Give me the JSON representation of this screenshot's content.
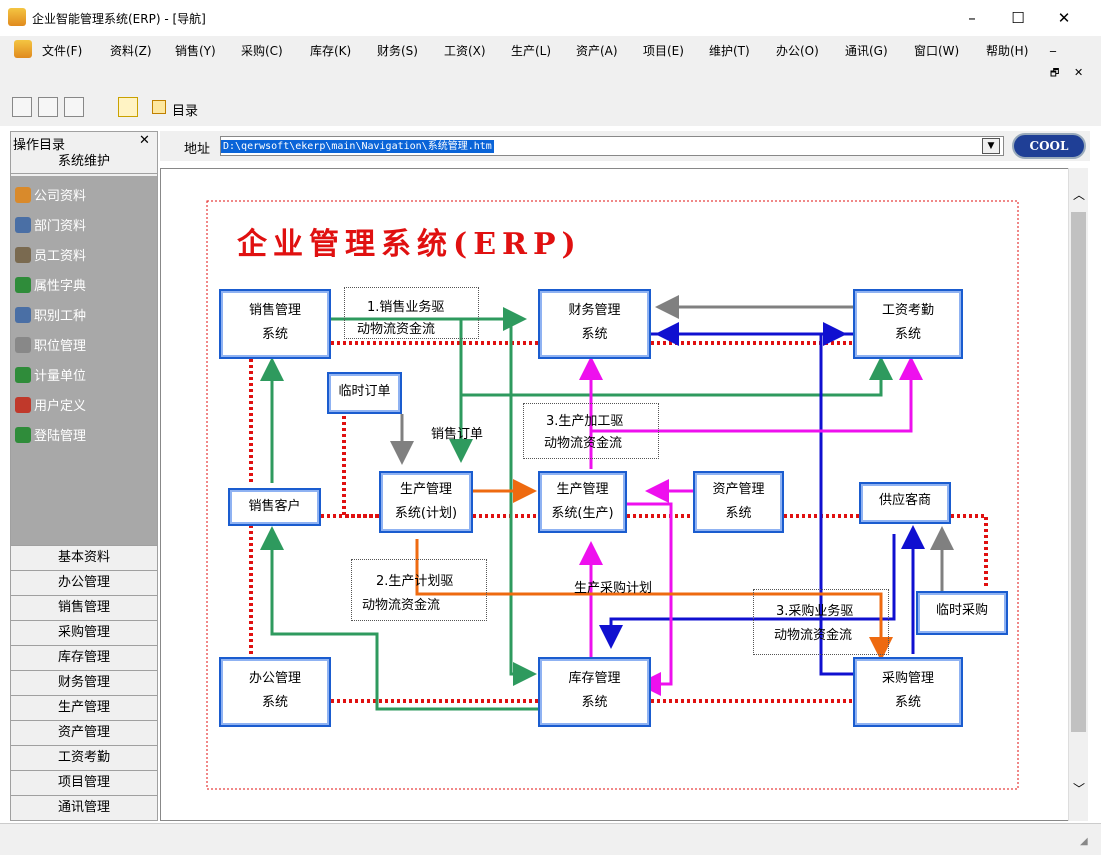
{
  "window": {
    "title": "企业智能管理系统(ERP) - [导航]",
    "min": "–",
    "max": "☐",
    "close": "✕"
  },
  "menu": [
    "文件(F)",
    "资料(Z)",
    "销售(Y)",
    "采购(C)",
    "库存(K)",
    "财务(S)",
    "工资(X)",
    "生产(L)",
    "资产(A)",
    "项目(E)",
    "维护(T)",
    "办公(O)",
    "通讯(G)",
    "窗口(W)",
    "帮助(H)"
  ],
  "menu_controls": {
    "minimize": "_",
    "restore": "🗗",
    "close": "✕"
  },
  "toolbar": {
    "directory_label": "目录"
  },
  "sidebar": {
    "title": "操作目录",
    "close": "✕",
    "section": "系统维护",
    "items": [
      "公司资料",
      "部门资料",
      "员工资料",
      "属性字典",
      "职别工种",
      "职位管理",
      "计量单位",
      "用户定义",
      "登陆管理"
    ],
    "categories": [
      "基本资料",
      "办公管理",
      "销售管理",
      "采购管理",
      "库存管理",
      "财务管理",
      "生产管理",
      "资产管理",
      "工资考勤",
      "项目管理",
      "通讯管理"
    ]
  },
  "address": {
    "label": "地址",
    "value": "D:\\qerwsoft\\ekerp\\main\\Navigation\\系统管理.htm",
    "logo": "COOL"
  },
  "diagram": {
    "title": "企业管理系统(ERP)",
    "nodes": {
      "sales": [
        "销售管理",
        "系统"
      ],
      "finance": [
        "财务管理",
        "系统"
      ],
      "payroll": [
        "工资考勤",
        "系统"
      ],
      "temp_order": [
        "临时订单"
      ],
      "customer": [
        "销售客户"
      ],
      "plan": [
        "生产管理",
        "系统(计划)"
      ],
      "production": [
        "生产管理",
        "系统(生产)"
      ],
      "asset": [
        "资产管理",
        "系统"
      ],
      "supplier": [
        "供应客商"
      ],
      "temp_purchase": [
        "临时采购"
      ],
      "office": [
        "办公管理",
        "系统"
      ],
      "inventory": [
        "库存管理",
        "系统"
      ],
      "purchase": [
        "采购管理",
        "系统"
      ]
    },
    "notes": {
      "n1": [
        "1.销售业务驱",
        "动物流资金流"
      ],
      "n2": [
        "2.生产计划驱",
        "动物流资金流"
      ],
      "n3a": [
        "3.生产加工驱",
        "动物流资金流"
      ],
      "n3b": [
        "3.采购业务驱",
        "动物流资金流"
      ]
    },
    "labels": {
      "sales_order": "销售订单",
      "purchase_plan": "生产采购计划"
    },
    "colors": {
      "green": "#2e9a5e",
      "blue": "#1010d0",
      "magenta": "#ee10ee",
      "orange": "#ee6a10",
      "gray": "#808080",
      "red": "#e01010",
      "box": "#1a5ccf"
    }
  }
}
